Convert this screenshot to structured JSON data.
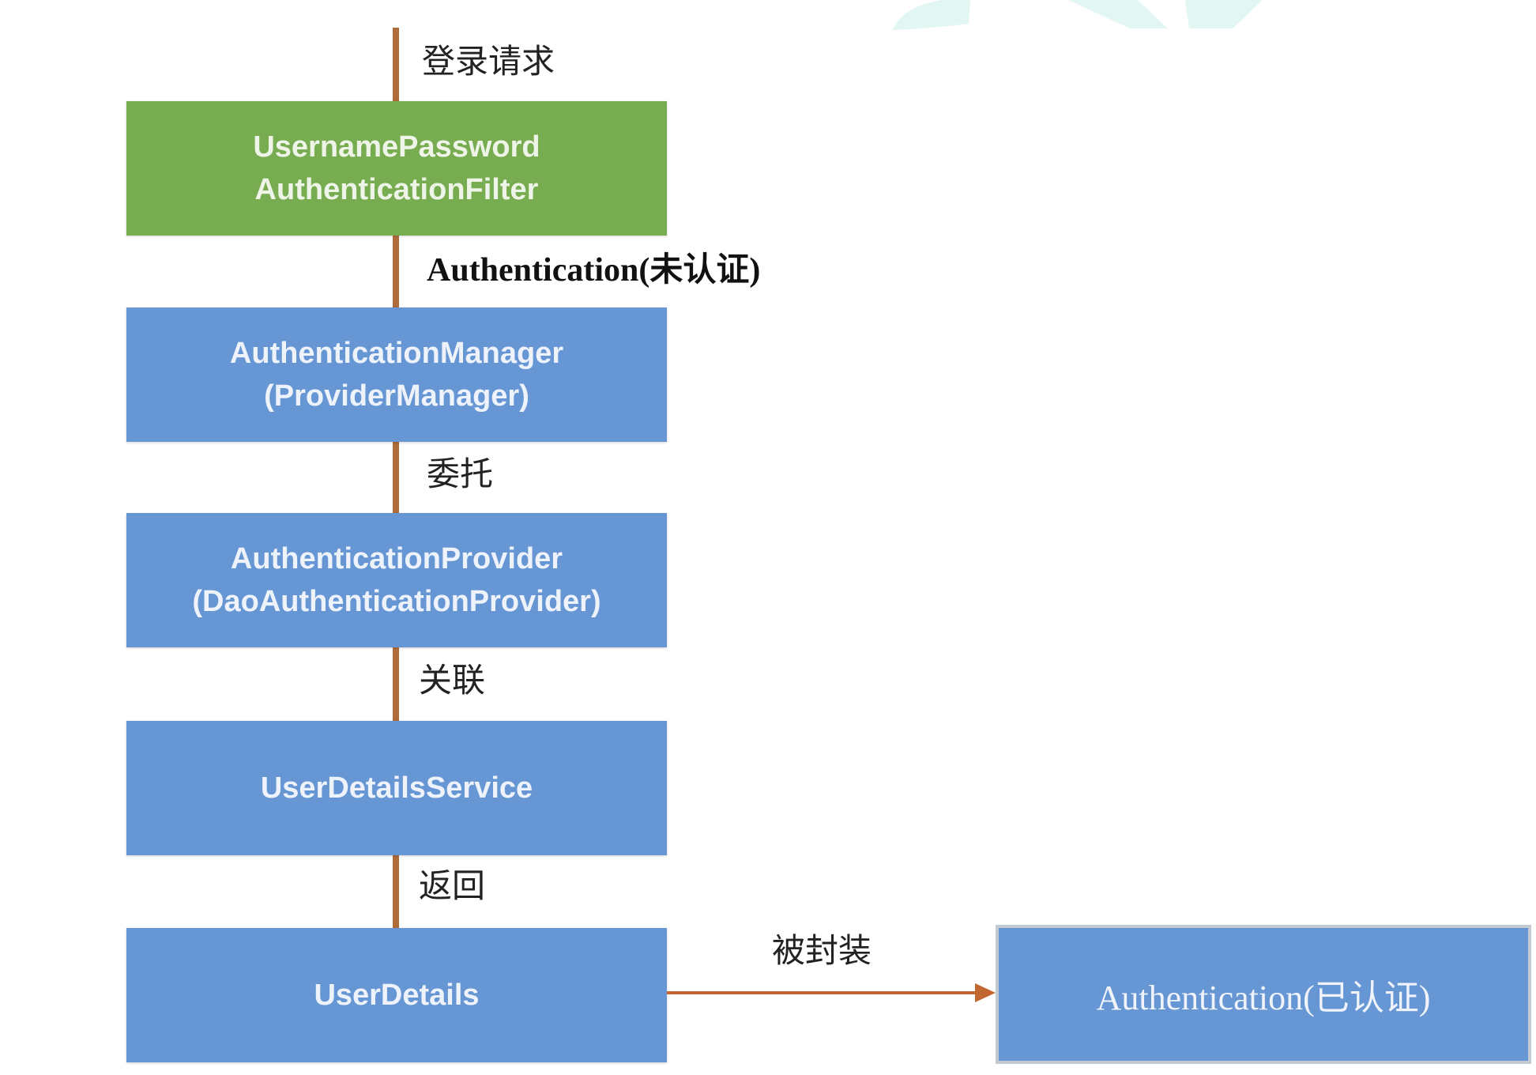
{
  "colors": {
    "filter_green": "#78ac51",
    "node_blue": "#6696d4",
    "connector": "#b06b3a",
    "arrow": "#c2672f",
    "result_border": "#c4cad1",
    "watermark": "#e2f6f3"
  },
  "flow": {
    "start_label": "登录请求",
    "nodes": [
      {
        "line1": "UsernamePassword",
        "line2": "AuthenticationFilter"
      },
      {
        "line1": "AuthenticationManager",
        "line2": "(ProviderManager)"
      },
      {
        "line1": "AuthenticationProvider",
        "line2": "(DaoAuthenticationProvider)"
      },
      {
        "line1": "UserDetailsService"
      },
      {
        "line1": "UserDetails"
      }
    ],
    "edges": [
      "Authentication(未认证)",
      "委托",
      "关联",
      "返回"
    ],
    "result_edge": "被封装",
    "result_node": "Authentication(已认证)"
  }
}
